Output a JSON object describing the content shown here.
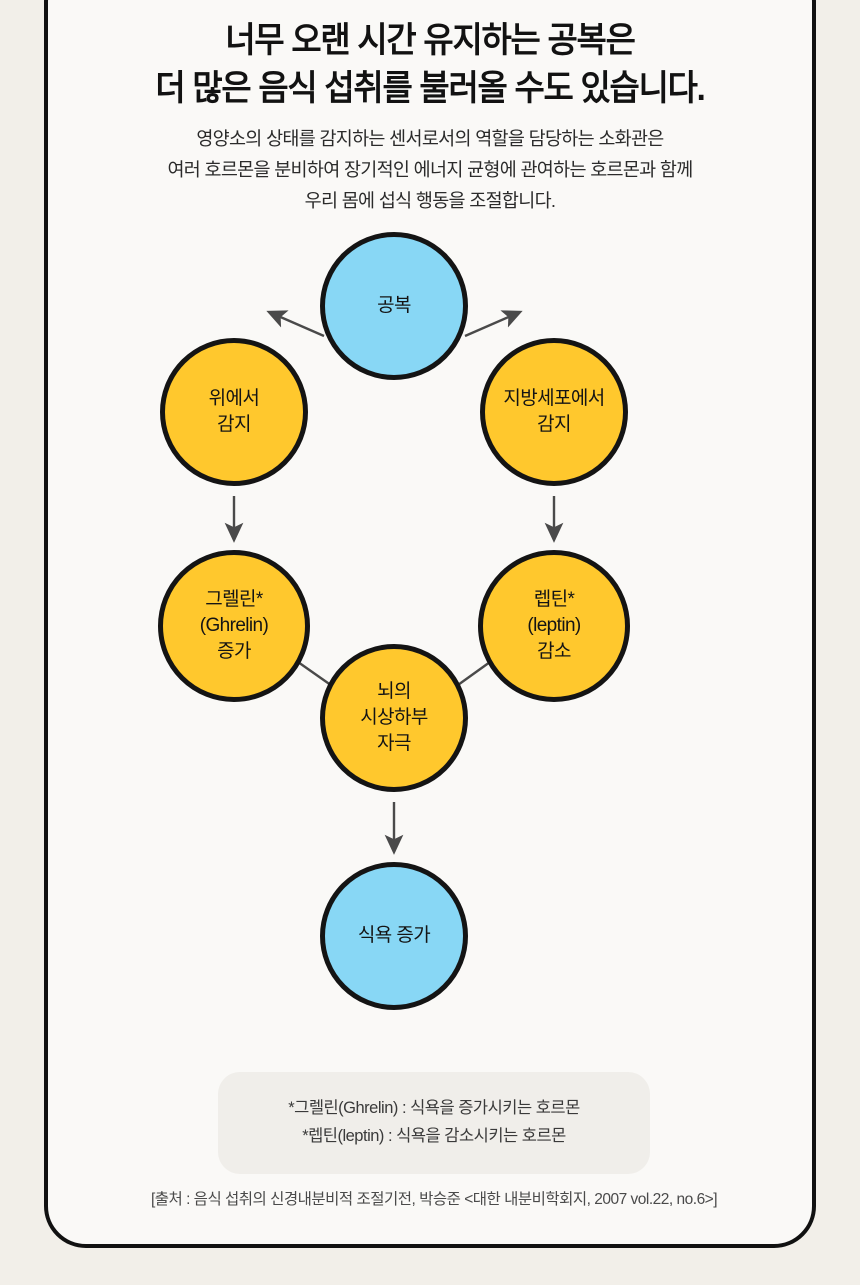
{
  "headline": {
    "lines": [
      "너무 오랜 시간 유지하는 공복은",
      "더 많은 음식 섭취를 불러올 수도 있습니다."
    ]
  },
  "subcopy": {
    "lines": [
      "영양소의 상태를 감지하는 센서로서의 역할을 담당하는 소화관은",
      "여러 호르몬을 분비하여 장기적인 에너지 균형에 관여하는 호르몬과 함께",
      "우리 몸에 섭식 행동을 조절합니다."
    ]
  },
  "diagram": {
    "type": "flowchart",
    "colors": {
      "blue_node": "#88d7f5",
      "yellow_node": "#ffc82d",
      "node_border": "#141414",
      "arrow": "#4a4a4a",
      "card_background": "#faf9f7",
      "page_background": "#f2efe9"
    },
    "nodes": [
      {
        "id": "gongbok",
        "label": "공복",
        "color": "blue"
      },
      {
        "id": "stomach",
        "label": "위에서\n감지",
        "color": "yellow"
      },
      {
        "id": "fatcell",
        "label": "지방세포에서\n감지",
        "color": "yellow"
      },
      {
        "id": "ghrelin",
        "label": "그렐린*\n(Ghrelin)\n증가",
        "color": "yellow"
      },
      {
        "id": "leptin",
        "label": "렙틴*\n(leptin)\n감소",
        "color": "yellow"
      },
      {
        "id": "brain",
        "label": "뇌의\n시상하부\n자극",
        "color": "yellow"
      },
      {
        "id": "appetite",
        "label": "식욕 증가",
        "color": "blue"
      }
    ],
    "edges": [
      {
        "from": "gongbok",
        "to": "stomach"
      },
      {
        "from": "gongbok",
        "to": "fatcell"
      },
      {
        "from": "stomach",
        "to": "ghrelin"
      },
      {
        "from": "fatcell",
        "to": "leptin"
      },
      {
        "from": "ghrelin",
        "to": "brain"
      },
      {
        "from": "leptin",
        "to": "brain"
      },
      {
        "from": "brain",
        "to": "appetite"
      }
    ]
  },
  "footnote": {
    "lines": [
      "*그렐린(Ghrelin) : 식욕을 증가시키는 호르몬",
      "*렙틴(leptin) : 식욕을 감소시키는 호르몬"
    ]
  },
  "source": {
    "text": "[출처 : 음식 섭취의 신경내분비적 조절기전, 박승준 <대한 내분비학회지, 2007 vol.22, no.6>]"
  }
}
